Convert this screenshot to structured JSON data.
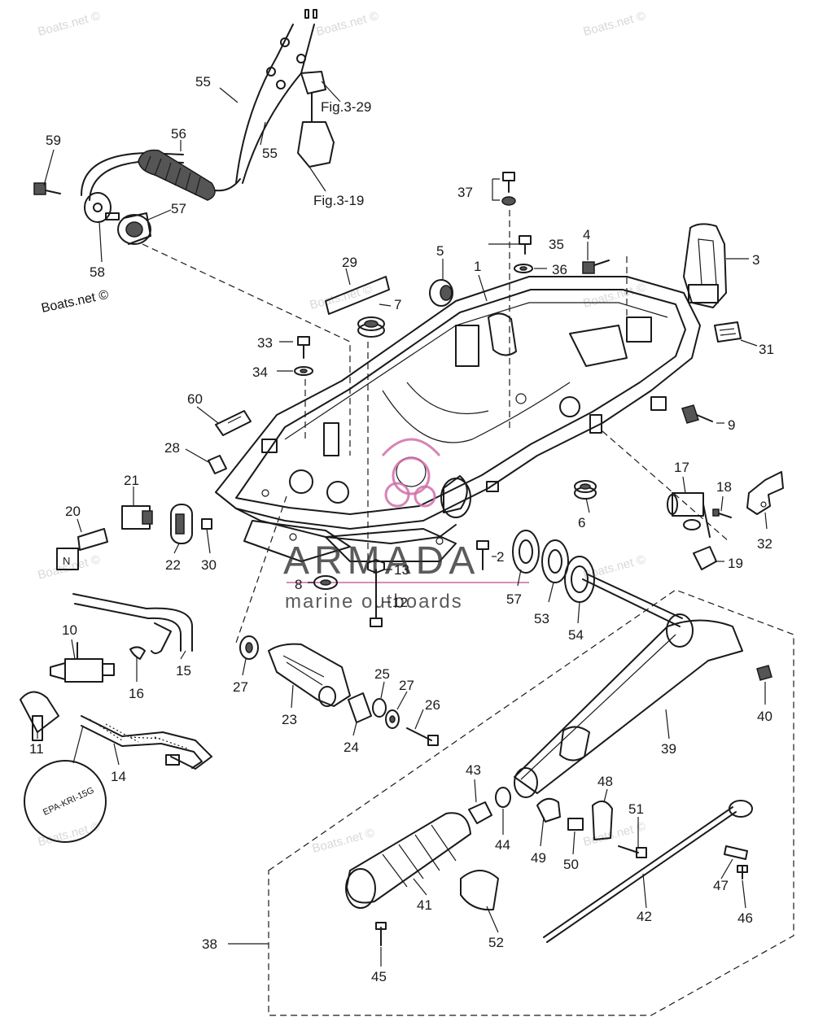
{
  "watermarks": {
    "site": "Boats.net ©"
  },
  "branding": {
    "name": "ARMADA",
    "tagline": "marine outboards"
  },
  "references": {
    "fig_3_29": "Fig.3-29",
    "fig_3_19": "Fig.3-19"
  },
  "parts": {
    "p1": "1",
    "p2": "2",
    "p3": "3",
    "p4": "4",
    "p5": "5",
    "p6": "6",
    "p7": "7",
    "p8": "8",
    "p9": "9",
    "p10": "10",
    "p11": "11",
    "p12": "12",
    "p13": "13",
    "p14": "14",
    "p15": "15",
    "p16": "16",
    "p17": "17",
    "p18": "18",
    "p19": "19",
    "p20": "20",
    "p21": "21",
    "p22": "22",
    "p23": "23",
    "p24": "24",
    "p25": "25",
    "p26": "26",
    "p27a": "27",
    "p27b": "27",
    "p28": "28",
    "p29": "29",
    "p30": "30",
    "p31": "31",
    "p32": "32",
    "p33": "33",
    "p34": "34",
    "p35": "35",
    "p36": "36",
    "p37": "37",
    "p38": "38",
    "p39": "39",
    "p40": "40",
    "p41": "41",
    "p42": "42",
    "p43": "43",
    "p44": "44",
    "p45": "45",
    "p46": "46",
    "p47": "47",
    "p48": "48",
    "p49": "49",
    "p50": "50",
    "p51": "51",
    "p52": "52",
    "p53": "53",
    "p54": "54",
    "p55a": "55",
    "p55b": "55",
    "p56": "56",
    "p57a": "57",
    "p57b": "57",
    "p58": "58",
    "p59": "59",
    "p60": "60"
  },
  "label_stamp": "EPA-KRI-15G"
}
